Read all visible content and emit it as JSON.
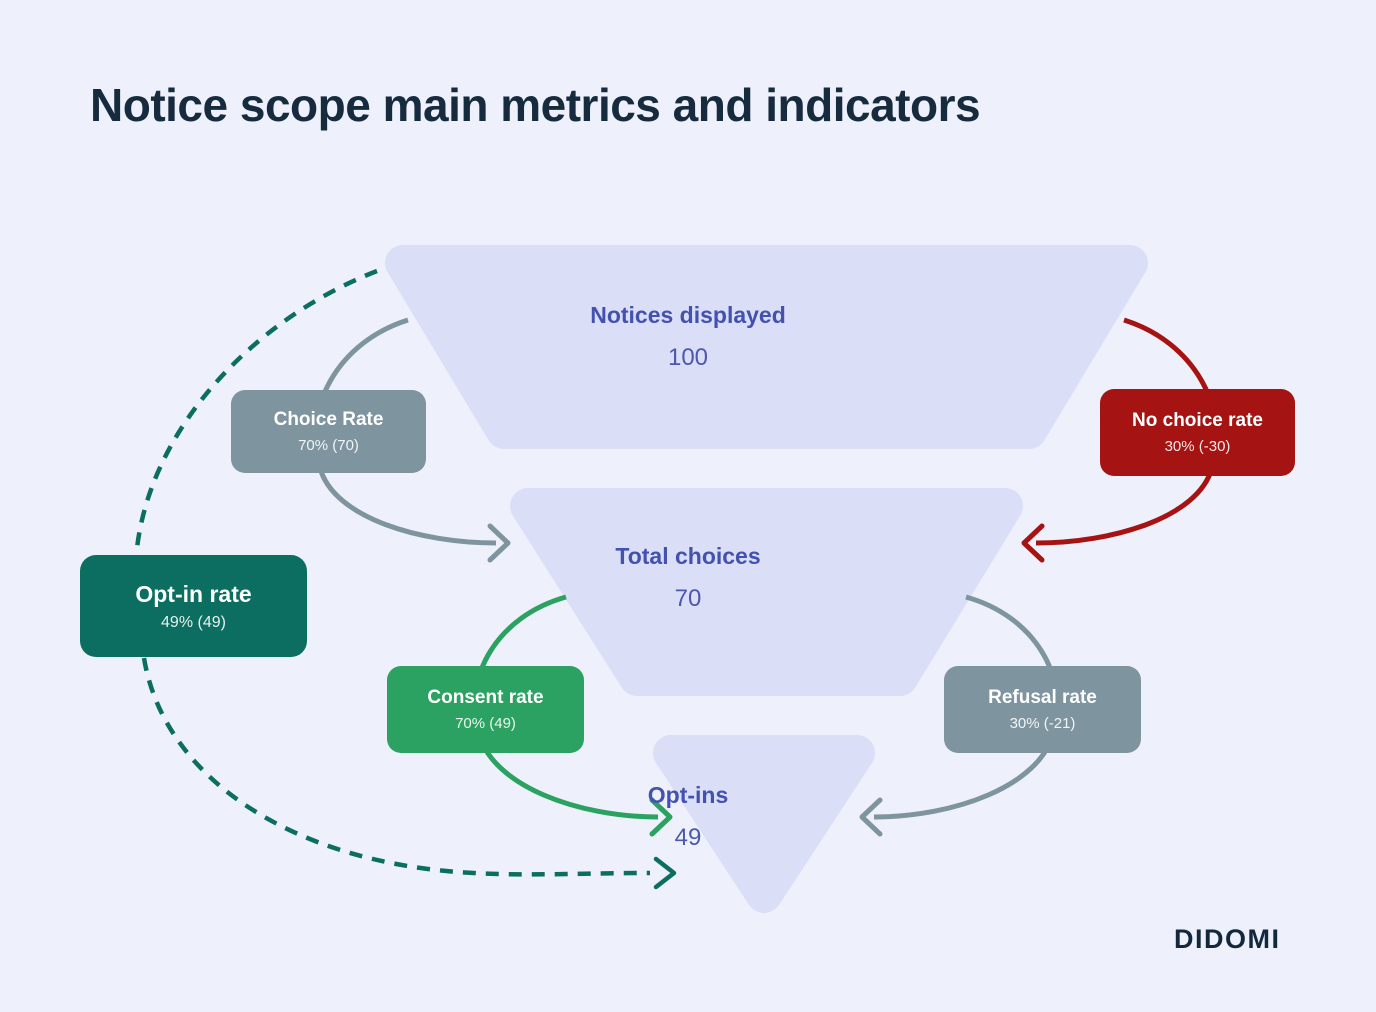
{
  "title": "Notice scope main metrics and indicators",
  "funnel": {
    "levels": [
      {
        "label": "Notices displayed",
        "value": "100"
      },
      {
        "label": "Total choices",
        "value": "70"
      },
      {
        "label": "Opt-ins",
        "value": "49"
      }
    ]
  },
  "badges": {
    "choice_rate": {
      "label": "Choice Rate",
      "detail": "70% (70)"
    },
    "no_choice_rate": {
      "label": "No choice rate",
      "detail": "30% (-30)"
    },
    "opt_in_rate": {
      "label": "Opt-in rate",
      "detail": "49% (49)"
    },
    "consent_rate": {
      "label": "Consent rate",
      "detail": "70% (49)"
    },
    "refusal_rate": {
      "label": "Refusal rate",
      "detail": "30% (-21)"
    }
  },
  "logo": "DIDOMI",
  "colors": {
    "background": "#eef1fb",
    "funnel_fill": "#dadef7",
    "funnel_label": "#4351af",
    "title_text": "#172b3f",
    "slate": "#7e949f",
    "red": "#a51312",
    "teal": "#0b6e61",
    "green": "#2ba261"
  },
  "chart_data": {
    "type": "funnel",
    "title": "Notice scope main metrics and indicators",
    "stages": [
      {
        "label": "Notices displayed",
        "value": 100
      },
      {
        "label": "Total choices",
        "value": 70
      },
      {
        "label": "Opt-ins",
        "value": 49
      }
    ],
    "indicators": [
      {
        "name": "Choice Rate",
        "rate": "70%",
        "count": 70,
        "from": "Notices displayed",
        "to": "Total choices",
        "color": "#7e949f"
      },
      {
        "name": "No choice rate",
        "rate": "30%",
        "count": -30,
        "from": "Notices displayed",
        "to": "Total choices",
        "color": "#a51312"
      },
      {
        "name": "Consent rate",
        "rate": "70%",
        "count": 49,
        "from": "Total choices",
        "to": "Opt-ins",
        "color": "#2ba261"
      },
      {
        "name": "Refusal rate",
        "rate": "30%",
        "count": -21,
        "from": "Total choices",
        "to": "Opt-ins",
        "color": "#7e949f"
      },
      {
        "name": "Opt-in rate",
        "rate": "49%",
        "count": 49,
        "from": "Notices displayed",
        "to": "Opt-ins",
        "color": "#0b6e61"
      }
    ]
  }
}
